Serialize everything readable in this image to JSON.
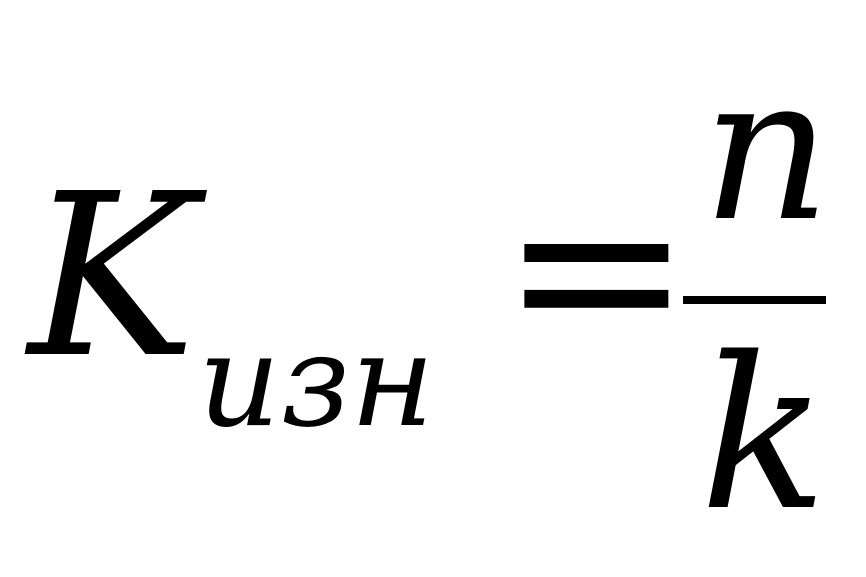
{
  "formula": {
    "lhs": {
      "symbol": "K",
      "subscript": "изн"
    },
    "operator": "=",
    "rhs": {
      "numerator": "n",
      "denominator": "k"
    }
  },
  "colors": {
    "background": "#ffffff",
    "text": "#000000"
  }
}
